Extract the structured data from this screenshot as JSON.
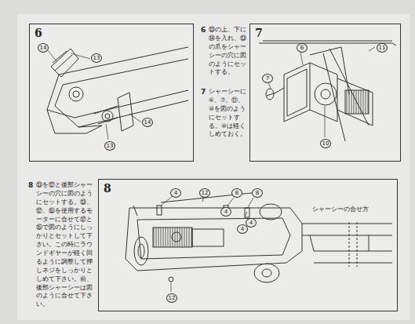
{
  "diagram": {
    "nodes": [
      {
        "text": [
          "6"
        ]
      },
      {
        "text": [
          "7"
        ]
      },
      {
        "text": [
          "8"
        ]
      }
    ],
    "labels": [
      "14",
      "13",
      "13",
      "14",
      "6",
      "⑬の上、下に⑭を入れ、⑬の爪をシャーシーの穴に図のようにセットする。",
      "7",
      "シャーシーに⑥、⑦、⑪、⑩を図のようにセットする。⑩は軽くしめておく。",
      "11",
      "7",
      "6",
      "10",
      "8",
      "⑬を⑫と後部シャーシーの穴に図のようにセットする。⑬、⑫、⑮を使用するモーターに合せて⑫と⑮で図のようにしっかりとセットして下さい。この時にラウンドギヤーが軽く回るように調整して押しネジをしっかりとしめて下さい。前、後部シャーシーは図のように合せて下さい。",
      "4",
      "12",
      "8",
      "8",
      "4",
      "4",
      "4",
      "12",
      "シャーシーの合せ方"
    ]
  }
}
